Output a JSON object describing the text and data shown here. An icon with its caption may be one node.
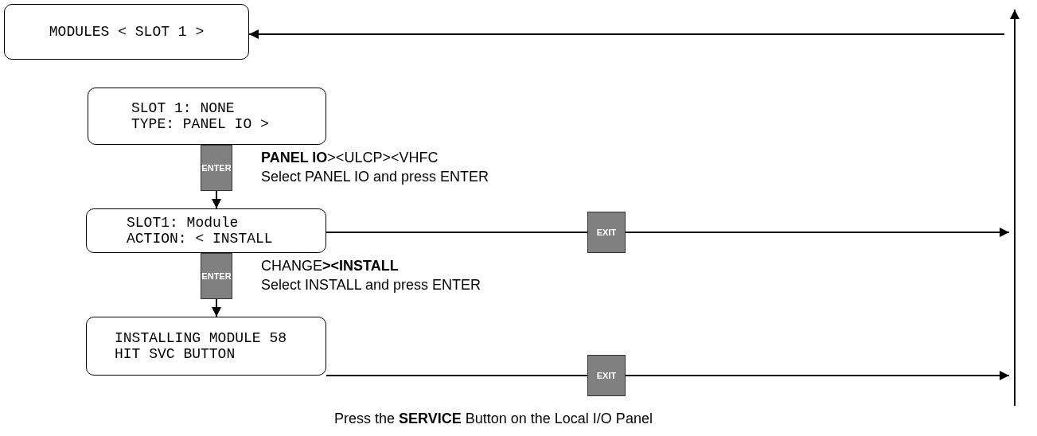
{
  "diagram": {
    "nodes": [
      {
        "text": [
          "MODULES < SLOT 1 >"
        ]
      },
      {
        "text": [
          "SLOT 1: NONE TYPE: PANEL IO >"
        ]
      },
      {
        "text": [
          "ENTER"
        ]
      },
      {
        "text": [
          "SLOT1: Module ACTION: < INSTALL"
        ]
      },
      {
        "text": [
          "ENTER"
        ]
      },
      {
        "text": [
          "INSTALLING MODULE 58 HIT SVC BUTTON"
        ]
      },
      {
        "text": [
          "EXIT"
        ]
      },
      {
        "text": [
          "EXIT"
        ]
      }
    ],
    "edges": [
      {
        "from": 2,
        "to": 3,
        "arrow": "to"
      },
      {
        "from": 4,
        "to": 5,
        "arrow": "to"
      },
      {
        "from": 3,
        "to": 6,
        "arrow": "none"
      },
      {
        "from": 6,
        "to": null,
        "arrow": "to"
      },
      {
        "from": 5,
        "to": 7,
        "arrow": "none"
      },
      {
        "from": 7,
        "to": null,
        "arrow": "to"
      },
      {
        "from": null,
        "to": 0,
        "arrow": "to"
      }
    ],
    "labels": [
      "**PANEL IO**><ULCP><VHFC",
      "Select PANEL IO and press ENTER",
      "CHANGE**><INSTALL**",
      "Select INSTALL and press ENTER",
      "Press the **SERVICE** Button on the Local I/O Panel"
    ]
  }
}
